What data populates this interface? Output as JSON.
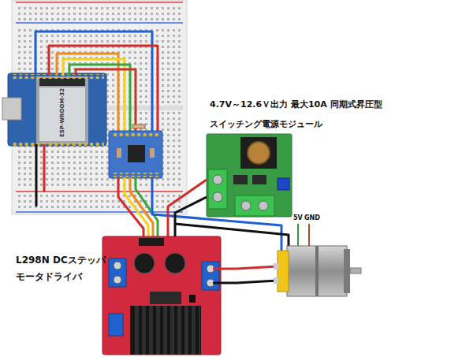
{
  "diagram": {
    "nodes": [
      {
        "text": [
          "ESP-WROOM-32"
        ]
      },
      {
        "text": [
          "4.7V～12.6Ｖ出力 最大10A 同期式昇圧型 スイッチング電源モジュール"
        ]
      },
      {
        "text": [
          "L298N DCステッパ モータドライバ"
        ]
      }
    ],
    "edges": [
      {
        "from": 1,
        "to": 2,
        "arrow": "none"
      },
      {
        "from": 1,
        "to": 2,
        "arrow": "none"
      }
    ],
    "labels": [
      "5V",
      "GND"
    ]
  }
}
